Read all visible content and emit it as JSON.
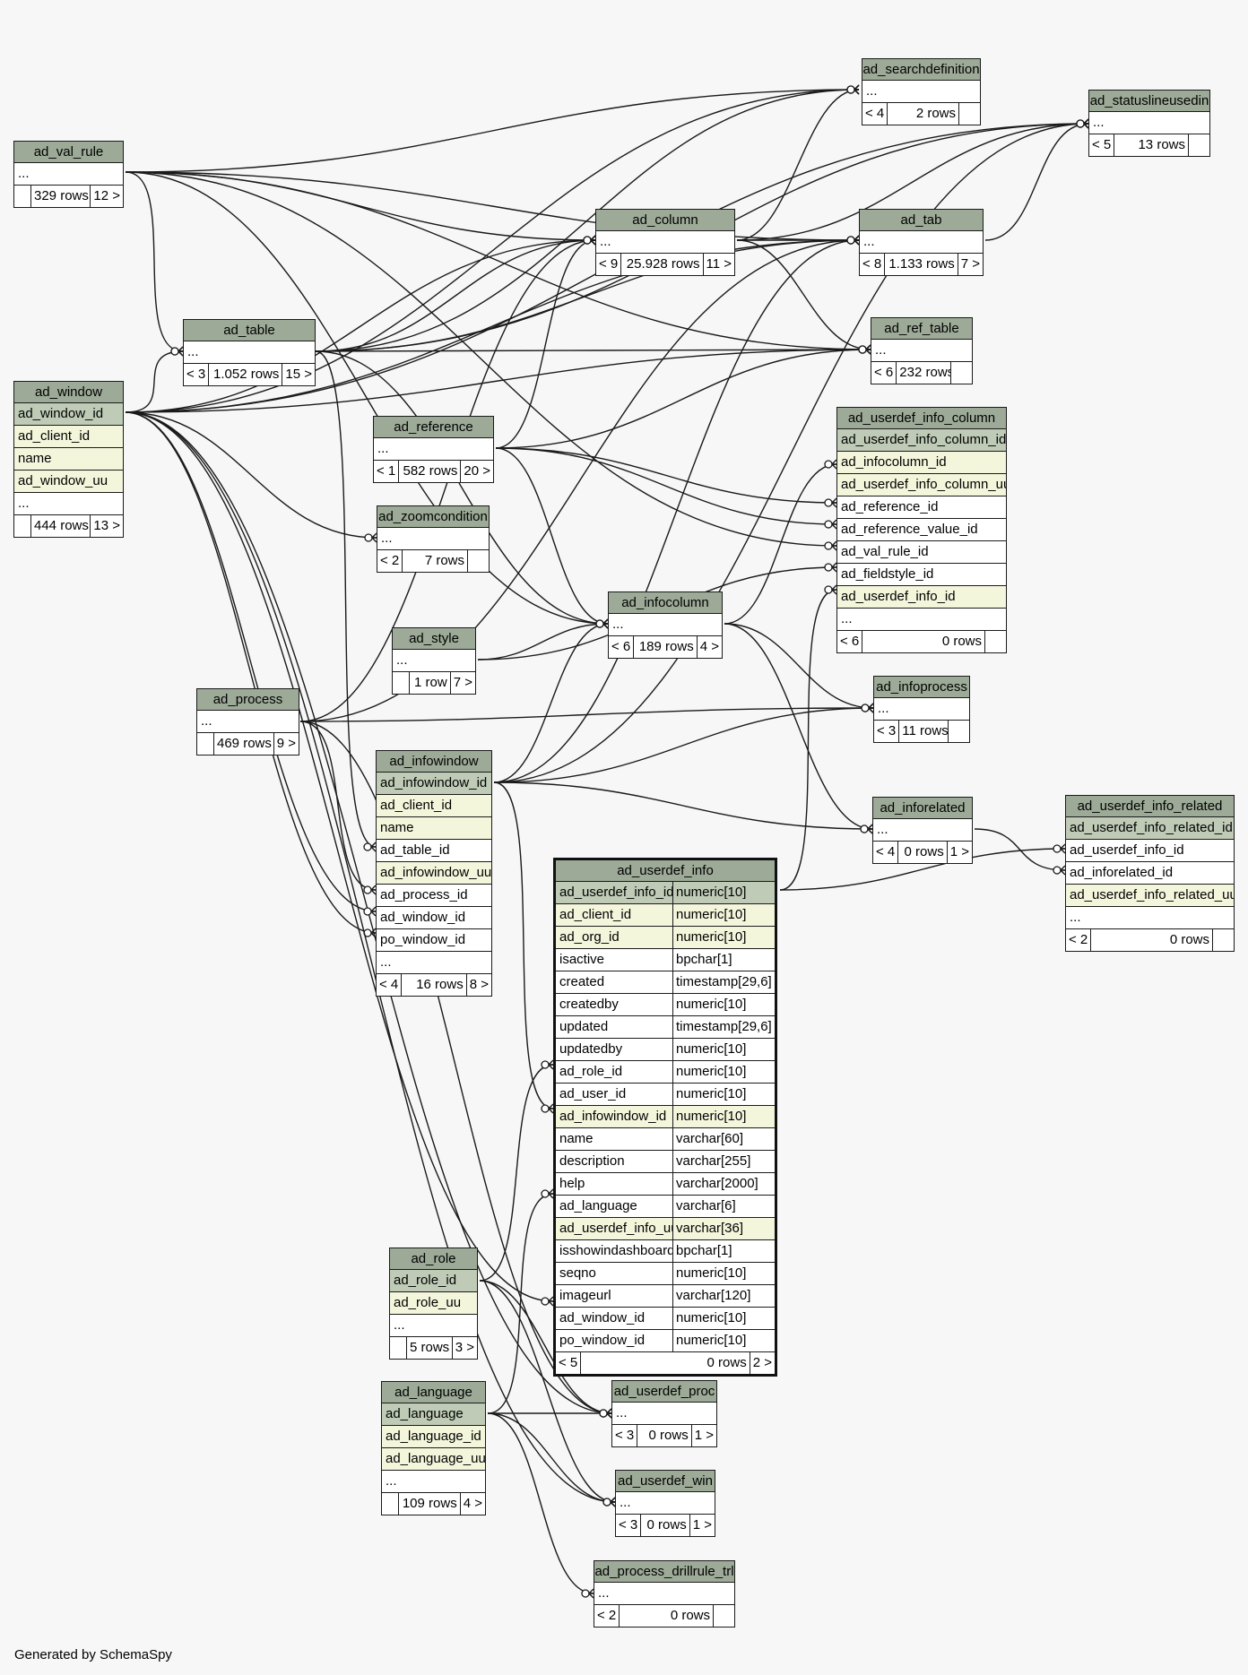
{
  "footer": "Generated by SchemaSpy",
  "tables": [
    {
      "key": "ad_searchdefinition",
      "name": "ad_searchdefinition",
      "rows": [
        {
          "t": "...",
          "k": "plain"
        }
      ],
      "footer": [
        "< 4",
        "2 rows",
        ""
      ]
    },
    {
      "key": "ad_statuslineusedin",
      "name": "ad_statuslineusedin",
      "rows": [
        {
          "t": "...",
          "k": "plain"
        }
      ],
      "footer": [
        "< 5",
        "13 rows",
        ""
      ]
    },
    {
      "key": "ad_val_rule",
      "name": "ad_val_rule",
      "rows": [
        {
          "t": "...",
          "k": "plain"
        }
      ],
      "footer": [
        "",
        "329 rows",
        "12 >"
      ]
    },
    {
      "key": "ad_column",
      "name": "ad_column",
      "rows": [
        {
          "t": "...",
          "k": "plain"
        }
      ],
      "footer": [
        "< 9",
        "25.928 rows",
        "11 >"
      ]
    },
    {
      "key": "ad_tab",
      "name": "ad_tab",
      "rows": [
        {
          "t": "...",
          "k": "plain"
        }
      ],
      "footer": [
        "< 8",
        "1.133 rows",
        "7 >"
      ]
    },
    {
      "key": "ad_table",
      "name": "ad_table",
      "rows": [
        {
          "t": "...",
          "k": "plain"
        }
      ],
      "footer": [
        "< 3",
        "1.052 rows",
        "15 >"
      ]
    },
    {
      "key": "ad_ref_table",
      "name": "ad_ref_table",
      "rows": [
        {
          "t": "...",
          "k": "plain"
        }
      ],
      "footer": [
        "< 6",
        "232 rows",
        ""
      ]
    },
    {
      "key": "ad_window",
      "name": "ad_window",
      "rows": [
        {
          "t": "ad_window_id",
          "k": "pk"
        },
        {
          "t": "ad_client_id",
          "k": "idx"
        },
        {
          "t": "name",
          "k": "idx"
        },
        {
          "t": "ad_window_uu",
          "k": "idx"
        },
        {
          "t": "...",
          "k": "plain"
        }
      ],
      "footer": [
        "",
        "444 rows",
        "13 >"
      ]
    },
    {
      "key": "ad_reference",
      "name": "ad_reference",
      "rows": [
        {
          "t": "...",
          "k": "plain"
        }
      ],
      "footer": [
        "< 1",
        "582 rows",
        "20 >"
      ]
    },
    {
      "key": "ad_userdef_info_column",
      "name": "ad_userdef_info_column",
      "rows": [
        {
          "t": "ad_userdef_info_column_id",
          "k": "pk"
        },
        {
          "t": "ad_infocolumn_id",
          "k": "idx"
        },
        {
          "t": "ad_userdef_info_column_uu",
          "k": "idx"
        },
        {
          "t": "ad_reference_id",
          "k": "plain"
        },
        {
          "t": "ad_reference_value_id",
          "k": "plain"
        },
        {
          "t": "ad_val_rule_id",
          "k": "plain"
        },
        {
          "t": "ad_fieldstyle_id",
          "k": "plain"
        },
        {
          "t": "ad_userdef_info_id",
          "k": "idx"
        },
        {
          "t": "...",
          "k": "plain"
        }
      ],
      "footer": [
        "< 6",
        "0 rows",
        ""
      ]
    },
    {
      "key": "ad_zoomcondition",
      "name": "ad_zoomcondition",
      "rows": [
        {
          "t": "...",
          "k": "plain"
        }
      ],
      "footer": [
        "< 2",
        "7 rows",
        ""
      ]
    },
    {
      "key": "ad_infocolumn",
      "name": "ad_infocolumn",
      "rows": [
        {
          "t": "...",
          "k": "plain"
        }
      ],
      "footer": [
        "< 6",
        "189 rows",
        "4 >"
      ]
    },
    {
      "key": "ad_style",
      "name": "ad_style",
      "rows": [
        {
          "t": "...",
          "k": "plain"
        }
      ],
      "footer": [
        "",
        "1 row",
        "7 >"
      ]
    },
    {
      "key": "ad_infoprocess",
      "name": "ad_infoprocess",
      "rows": [
        {
          "t": "...",
          "k": "plain"
        }
      ],
      "footer": [
        "< 3",
        "11 rows",
        ""
      ]
    },
    {
      "key": "ad_process",
      "name": "ad_process",
      "rows": [
        {
          "t": "...",
          "k": "plain"
        }
      ],
      "footer": [
        "",
        "469 rows",
        "9 >"
      ]
    },
    {
      "key": "ad_infowindow",
      "name": "ad_infowindow",
      "rows": [
        {
          "t": "ad_infowindow_id",
          "k": "pk"
        },
        {
          "t": "ad_client_id",
          "k": "idx"
        },
        {
          "t": "name",
          "k": "idx"
        },
        {
          "t": "ad_table_id",
          "k": "plain"
        },
        {
          "t": "ad_infowindow_uu",
          "k": "idx"
        },
        {
          "t": "ad_process_id",
          "k": "plain"
        },
        {
          "t": "ad_window_id",
          "k": "plain"
        },
        {
          "t": "po_window_id",
          "k": "plain"
        },
        {
          "t": "...",
          "k": "plain"
        }
      ],
      "footer": [
        "< 4",
        "16 rows",
        "8 >"
      ]
    },
    {
      "key": "ad_inforelated",
      "name": "ad_inforelated",
      "rows": [
        {
          "t": "...",
          "k": "plain"
        }
      ],
      "footer": [
        "< 4",
        "0 rows",
        "1 >"
      ]
    },
    {
      "key": "ad_userdef_info_related",
      "name": "ad_userdef_info_related",
      "rows": [
        {
          "t": "ad_userdef_info_related_id",
          "k": "pk"
        },
        {
          "t": "ad_userdef_info_id",
          "k": "plain"
        },
        {
          "t": "ad_inforelated_id",
          "k": "plain"
        },
        {
          "t": "ad_userdef_info_related_uu",
          "k": "idx"
        },
        {
          "t": "...",
          "k": "plain"
        }
      ],
      "footer": [
        "< 2",
        "0 rows",
        ""
      ]
    },
    {
      "key": "ad_userdef_info",
      "name": "ad_userdef_info",
      "focus": true,
      "rows": [
        {
          "t": "ad_userdef_info_id",
          "ty": "numeric[10]",
          "k": "pk"
        },
        {
          "t": "ad_client_id",
          "ty": "numeric[10]",
          "k": "idx"
        },
        {
          "t": "ad_org_id",
          "ty": "numeric[10]",
          "k": "idx"
        },
        {
          "t": "isactive",
          "ty": "bpchar[1]",
          "k": "plain"
        },
        {
          "t": "created",
          "ty": "timestamp[29,6]",
          "k": "plain"
        },
        {
          "t": "createdby",
          "ty": "numeric[10]",
          "k": "plain"
        },
        {
          "t": "updated",
          "ty": "timestamp[29,6]",
          "k": "plain"
        },
        {
          "t": "updatedby",
          "ty": "numeric[10]",
          "k": "plain"
        },
        {
          "t": "ad_role_id",
          "ty": "numeric[10]",
          "k": "plain"
        },
        {
          "t": "ad_user_id",
          "ty": "numeric[10]",
          "k": "plain"
        },
        {
          "t": "ad_infowindow_id",
          "ty": "numeric[10]",
          "k": "idx"
        },
        {
          "t": "name",
          "ty": "varchar[60]",
          "k": "plain"
        },
        {
          "t": "description",
          "ty": "varchar[255]",
          "k": "plain"
        },
        {
          "t": "help",
          "ty": "varchar[2000]",
          "k": "plain"
        },
        {
          "t": "ad_language",
          "ty": "varchar[6]",
          "k": "plain"
        },
        {
          "t": "ad_userdef_info_uu",
          "ty": "varchar[36]",
          "k": "idx"
        },
        {
          "t": "isshowindashboard",
          "ty": "bpchar[1]",
          "k": "plain"
        },
        {
          "t": "seqno",
          "ty": "numeric[10]",
          "k": "plain"
        },
        {
          "t": "imageurl",
          "ty": "varchar[120]",
          "k": "plain"
        },
        {
          "t": "ad_window_id",
          "ty": "numeric[10]",
          "k": "plain"
        },
        {
          "t": "po_window_id",
          "ty": "numeric[10]",
          "k": "plain"
        }
      ],
      "footer": [
        "< 5",
        "0 rows",
        "2 >"
      ]
    },
    {
      "key": "ad_role",
      "name": "ad_role",
      "rows": [
        {
          "t": "ad_role_id",
          "k": "pk"
        },
        {
          "t": "ad_role_uu",
          "k": "idx"
        },
        {
          "t": "...",
          "k": "plain"
        }
      ],
      "footer": [
        "",
        "5 rows",
        "3 >"
      ]
    },
    {
      "key": "ad_userdef_proc",
      "name": "ad_userdef_proc",
      "rows": [
        {
          "t": "...",
          "k": "plain"
        }
      ],
      "footer": [
        "< 3",
        "0 rows",
        "1 >"
      ]
    },
    {
      "key": "ad_language",
      "name": "ad_language",
      "rows": [
        {
          "t": "ad_language",
          "k": "pk"
        },
        {
          "t": "ad_language_id",
          "k": "idx"
        },
        {
          "t": "ad_language_uu",
          "k": "idx"
        },
        {
          "t": "...",
          "k": "plain"
        }
      ],
      "footer": [
        "",
        "109 rows",
        "4 >"
      ]
    },
    {
      "key": "ad_userdef_win",
      "name": "ad_userdef_win",
      "rows": [
        {
          "t": "...",
          "k": "plain"
        }
      ],
      "footer": [
        "< 3",
        "0 rows",
        "1 >"
      ]
    },
    {
      "key": "ad_process_drillrule_trl",
      "name": "ad_process_drillrule_trl",
      "rows": [
        {
          "t": "...",
          "k": "plain"
        }
      ],
      "footer": [
        "< 2",
        "0 rows",
        ""
      ]
    }
  ]
}
